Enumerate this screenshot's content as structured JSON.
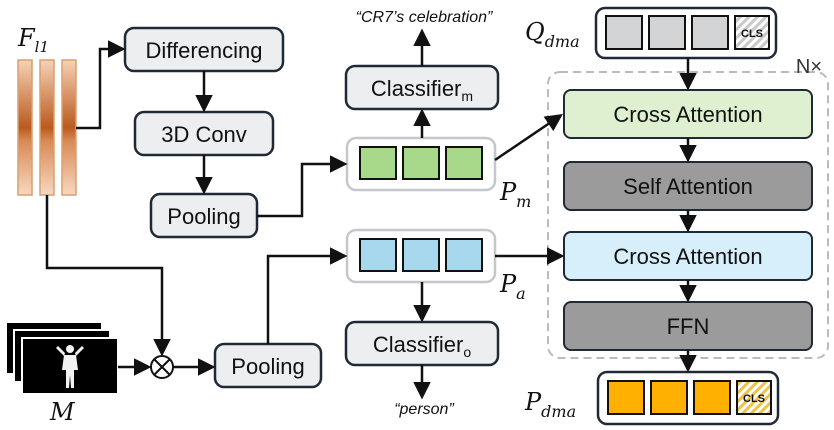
{
  "inputs": {
    "feature_main": "F",
    "feature_sub": "l1",
    "mask": "M"
  },
  "modules": {
    "differencing": "Differencing",
    "conv3d": "3D Conv",
    "pooling_motion": "Pooling",
    "pooling_object": "Pooling",
    "classifier_m_main": "Classifier",
    "classifier_m_sub": "m",
    "classifier_o_main": "Classifier",
    "classifier_o_sub": "o"
  },
  "outputs": {
    "motion_quote": "“CR7’s celebration”",
    "object_quote": "“person”"
  },
  "prompts": {
    "p_m_main": "P",
    "p_m_sub": "m",
    "p_a_main": "P",
    "p_a_sub": "a"
  },
  "decoder": {
    "query_main": "Q",
    "query_sub": "dma",
    "output_main": "P",
    "output_sub": "dma",
    "repeat": "N×",
    "cls_token": "CLS",
    "layers": [
      "Cross Attention",
      "Self Attention",
      "Cross Attention",
      "FFN"
    ]
  },
  "colors": {
    "module_fill": "#eceef0",
    "module_stroke": "#1f2a36",
    "green_cell": "#a8d88a",
    "blue_cell": "#a8d8ee",
    "query_cell": "#d2d4d6",
    "output_cell": "#ffb000",
    "cross_attn_green": "#dff0d0",
    "cross_attn_blue": "#d6effa",
    "gray_layer": "#9b9b9b"
  }
}
